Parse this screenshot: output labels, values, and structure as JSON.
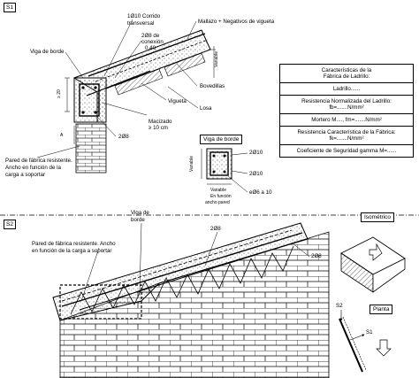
{
  "s1": {
    "section_label": "S1",
    "labels": {
      "rebar_corrido": "1Ø10 Corrido",
      "transversal": "transversal",
      "mallazo": "Mallazo + Negativos de vigueta",
      "conexion_1": "2Ø8 de",
      "conexion_2": "conexión",
      "conexion_3": "0.40",
      "viga_borde": "Viga de borde",
      "bovedillas": "Bovedillas",
      "vigueta": "Vigueta",
      "losa": "Losa",
      "macizado_1": "Macizado",
      "macizado_2": "≥ 10 cm",
      "bar_2o8": "2Ø8",
      "pared_1": "Pared de fábrica resistente.",
      "pared_2": "Ancho en función de la",
      "pared_3": "carga a soportar",
      "dim_20": "≥ 20",
      "dim_var": "Variable",
      "dim_side": "A"
    }
  },
  "detail": {
    "title": "Viga de borde",
    "bar_top": "2Ø10",
    "bar_bottom": "2Ø10",
    "stirrup": "eØ6 a 10",
    "side": "Variable",
    "bottom_1": "Variable",
    "bottom_2": "En función",
    "bottom_3": "ancho pared"
  },
  "spec_table": {
    "rows": [
      [
        "Características de la",
        "Fábrica de Ladrillo:"
      ],
      [
        "Ladrillo......"
      ],
      [
        "Resistencia Normalizada del Ladrillo:",
        "fb=.......N/mm²"
      ],
      [
        "Mortero M...., fm=.......N/mm²"
      ],
      [
        "Resistencia Característica de la Fábrica:",
        "fk=.......N/mm²"
      ],
      [
        "Coeficiente de Seguridad gamma M=......"
      ]
    ]
  },
  "s2": {
    "section_label": "S2",
    "viga_1": "Viga de",
    "viga_2": "borde",
    "pared_1": "Pared de fábrica resistente. Ancho",
    "pared_2": "en función de la carga a soportar",
    "bar_a": "2Ø8",
    "bar_b": "2Ø8"
  },
  "iso": {
    "title": "Isométrico"
  },
  "plan": {
    "title": "Planta",
    "s1": "S1",
    "s2": "S2"
  }
}
